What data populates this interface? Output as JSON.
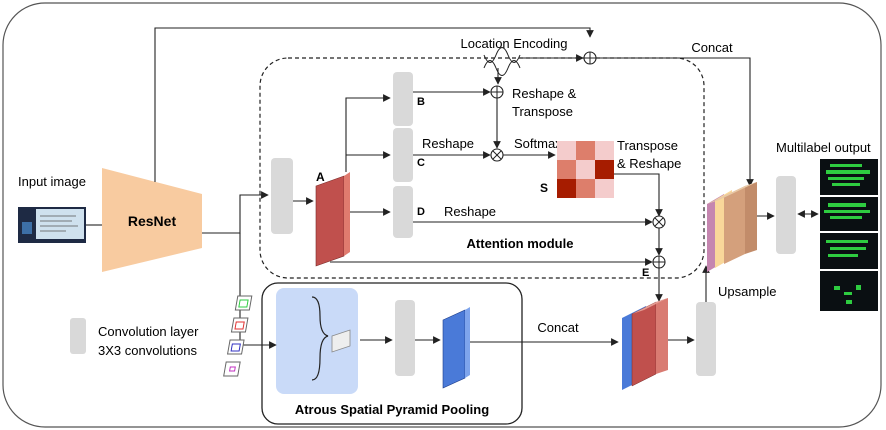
{
  "labels": {
    "location_encoding": "Location Encoding",
    "concat_top": "Concat",
    "reshape_transpose_1": "Reshape &",
    "reshape_transpose_2": "Transpose",
    "reshape_c": "Reshape",
    "softmax": "Softmax",
    "transpose_reshape_1": "Transpose",
    "transpose_reshape_2": "& Reshape",
    "reshape_d": "Reshape",
    "letter_a": "A",
    "letter_b": "B",
    "letter_c": "C",
    "letter_d": "D",
    "letter_e": "E",
    "letter_s": "S",
    "attention_module": "Attention module",
    "input_image": "Input image",
    "resnet": "ResNet",
    "multilabel_output": "Multilabel output",
    "upsample": "Upsample",
    "concat_bottom": "Concat",
    "aspp": "Atrous Spatial Pyramid Pooling",
    "legend_line1": "Convolution layer",
    "legend_line2": "3X3 convolutions"
  },
  "colors": {
    "conv_gray": "#d9d9d9",
    "feature_red": "#c0504d",
    "resnet_orange": "#f8cba0",
    "aspp_bg": "#c9daf8",
    "aspp_blue": "#4a7ad8",
    "softmax_dark": "#a61c00",
    "softmax_mid": "#dd7e6b",
    "softmax_light": "#f4cccc",
    "output_purple": "#c586b0",
    "output_yellow": "#f9d79a",
    "output_tan": "#d4a07c",
    "output_green": "#2ecc40"
  },
  "softmax_matrix": [
    [
      "light",
      "mid",
      "light"
    ],
    [
      "mid",
      "light",
      "dark"
    ],
    [
      "dark",
      "mid",
      "light"
    ]
  ]
}
